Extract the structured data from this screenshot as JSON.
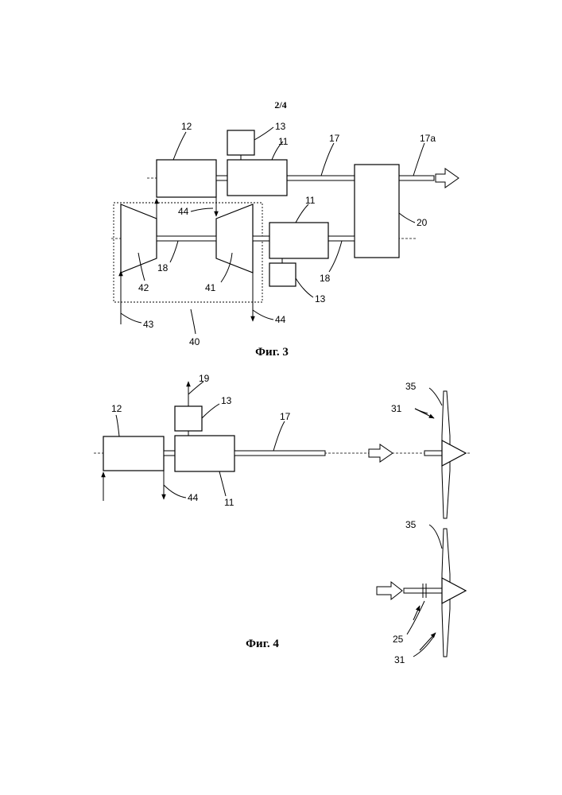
{
  "page_number": "2/4",
  "fig3": {
    "caption": "Фиг. 3",
    "labels": {
      "l12": "12",
      "l13_top": "13",
      "l11_top": "11",
      "l17": "17",
      "l17a": "17a",
      "l11_mid": "11",
      "l20": "20",
      "l44_mid": "44",
      "l18_left": "18",
      "l42": "42",
      "l41": "41",
      "l18_right": "18",
      "l13_bot": "13",
      "l43": "43",
      "l44_bot": "44",
      "l40": "40"
    }
  },
  "fig4": {
    "caption": "Фиг. 4",
    "labels": {
      "l19": "19",
      "l13": "13",
      "l12": "12",
      "l17": "17",
      "l44": "44",
      "l11": "11",
      "l35_top": "35",
      "l31_top": "31",
      "l35_bot": "35",
      "l25": "25",
      "l31_bot": "31"
    }
  }
}
